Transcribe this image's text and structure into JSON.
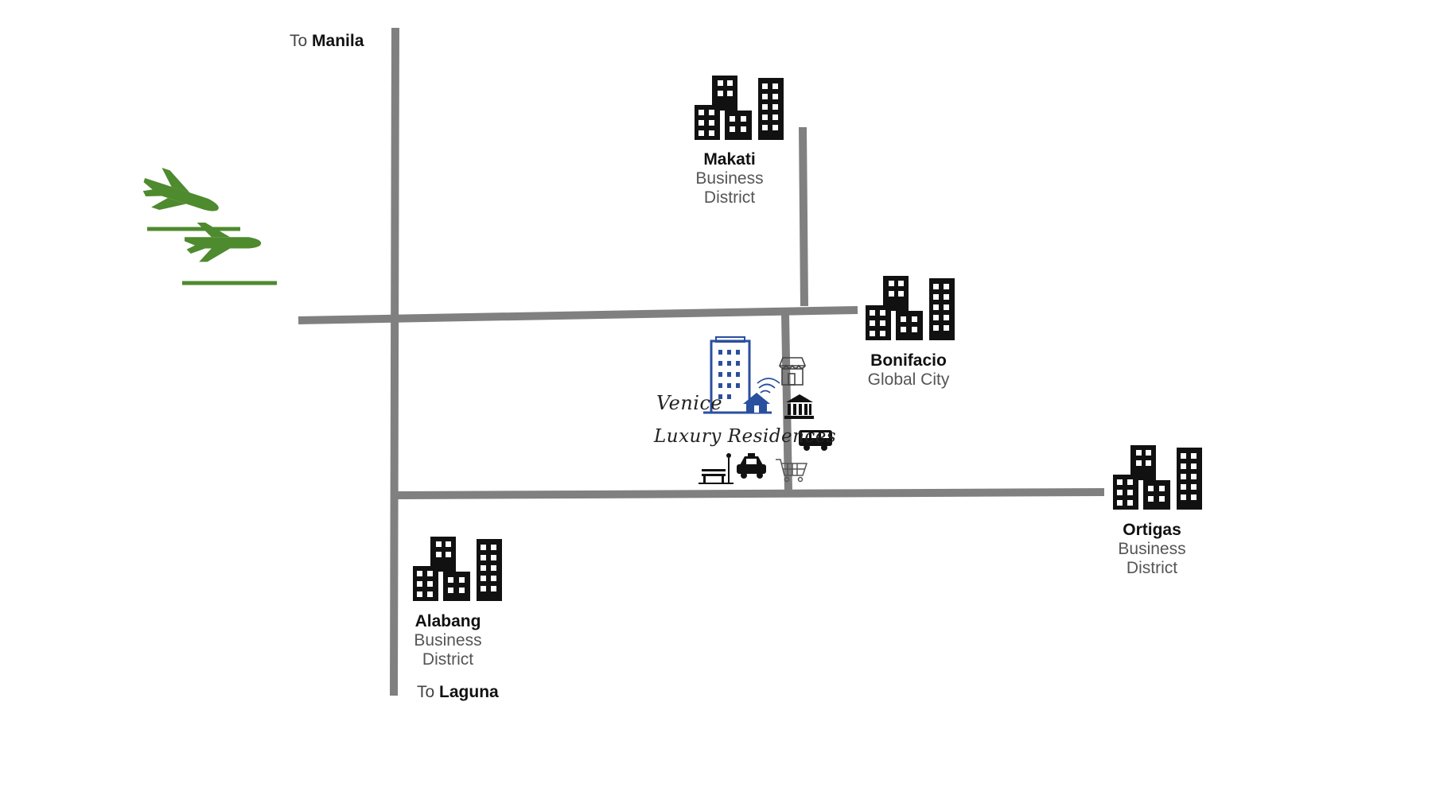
{
  "directions": {
    "north": {
      "prefix": "To",
      "place": "Manila"
    },
    "south": {
      "prefix": "To",
      "place": "Laguna"
    }
  },
  "districts": {
    "makati": {
      "name": "Makati",
      "line1": "Business",
      "line2": "District"
    },
    "bonifacio": {
      "name": "Bonifacio",
      "line1": "Global City",
      "line2": ""
    },
    "ortigas": {
      "name": "Ortigas",
      "line1": "Business",
      "line2": "District"
    },
    "alabang": {
      "name": "Alabang",
      "line1": "Business",
      "line2": "District"
    }
  },
  "property": {
    "line1": "Venice",
    "line2": "Luxury Residences"
  },
  "icons": {
    "airport": "airplane-icon",
    "district": "city-buildings-icon",
    "property": "residential-tower-icon",
    "amenities": [
      "store-icon",
      "bank-icon",
      "bus-icon",
      "taxi-icon",
      "park-bench-icon",
      "shopping-cart-icon"
    ]
  },
  "colors": {
    "road": "#808080",
    "buildings": "#111111",
    "airport": "#4e8a2e",
    "property": "#2a4f9e"
  }
}
